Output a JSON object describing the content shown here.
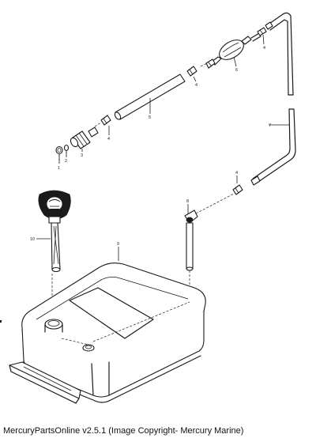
{
  "callouts": {
    "n1": "1",
    "n2": "2",
    "n3": "3",
    "n4a": "4",
    "n4b": "4",
    "n4c": "4",
    "n4d": "4",
    "n5": "5",
    "n6": "6",
    "n7": "7",
    "n8": "8",
    "n9": "9",
    "n10": "10"
  },
  "footer": {
    "copyright": "MercuryPartsOnline v2.5.1 (Image Copyright- Mercury Marine)"
  }
}
